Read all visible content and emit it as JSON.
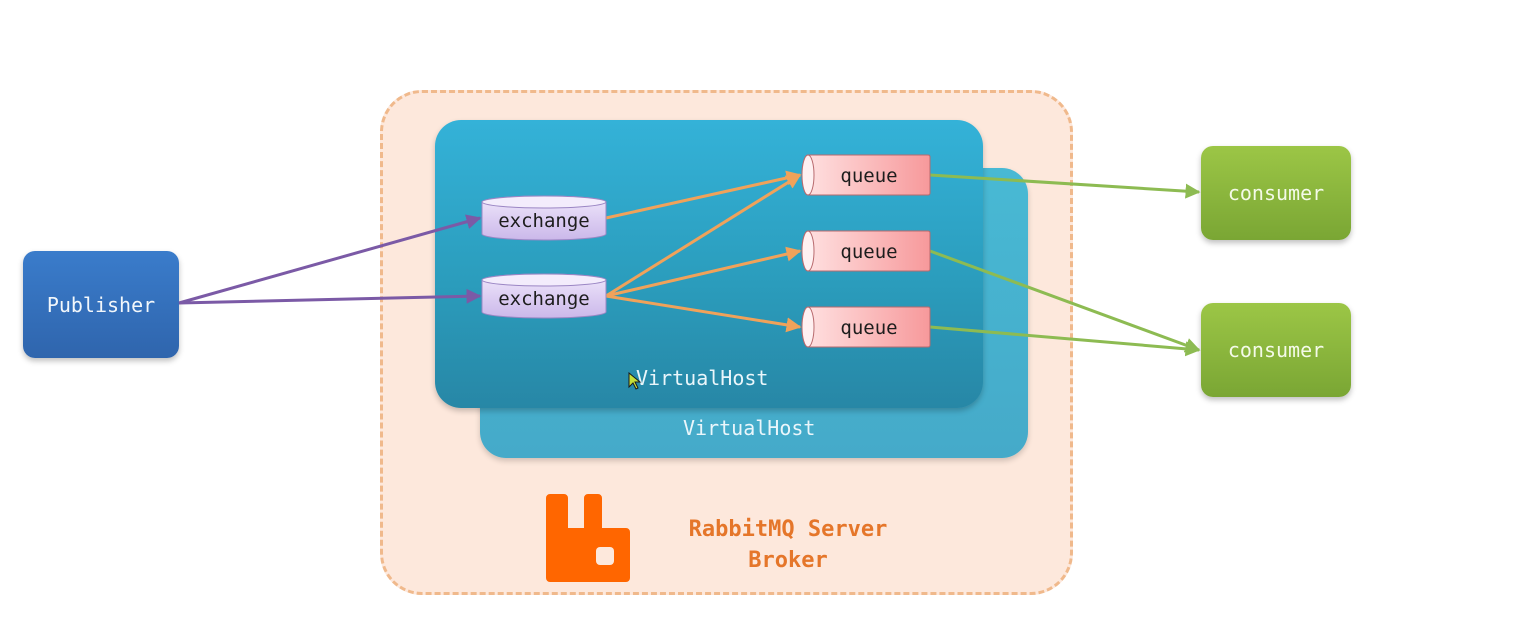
{
  "diagram": {
    "broker": {
      "title_line1": "RabbitMQ Server",
      "title_line2": "Broker",
      "logo": "rabbitmq-logo-icon"
    },
    "virtual_hosts": [
      {
        "id": "vhost-front",
        "label": "VirtualHost"
      },
      {
        "id": "vhost-back",
        "label": "VirtualHost"
      }
    ],
    "publisher": {
      "label": "Publisher"
    },
    "exchanges": [
      {
        "id": "exchange-1",
        "label": "exchange"
      },
      {
        "id": "exchange-2",
        "label": "exchange"
      }
    ],
    "queues": [
      {
        "id": "queue-1",
        "label": "queue"
      },
      {
        "id": "queue-2",
        "label": "queue"
      },
      {
        "id": "queue-3",
        "label": "queue"
      }
    ],
    "consumers": [
      {
        "id": "consumer-1",
        "label": "consumer"
      },
      {
        "id": "consumer-2",
        "label": "consumer"
      }
    ],
    "edges": [
      {
        "from": "publisher",
        "to": "exchange-1",
        "kind": "publish"
      },
      {
        "from": "publisher",
        "to": "exchange-2",
        "kind": "publish"
      },
      {
        "from": "exchange-1",
        "to": "queue-1",
        "kind": "route"
      },
      {
        "from": "exchange-2",
        "to": "queue-1",
        "kind": "route"
      },
      {
        "from": "exchange-2",
        "to": "queue-2",
        "kind": "route"
      },
      {
        "from": "exchange-2",
        "to": "queue-3",
        "kind": "route"
      },
      {
        "from": "queue-1",
        "to": "consumer-1",
        "kind": "consume"
      },
      {
        "from": "queue-2",
        "to": "consumer-2",
        "kind": "consume"
      },
      {
        "from": "queue-3",
        "to": "consumer-2",
        "kind": "consume"
      }
    ],
    "colors": {
      "publish_edge": "#7b5aa6",
      "route_edge": "#f0a25a",
      "consume_edge": "#8dbb52",
      "broker_fill": "#fde8dc",
      "broker_border": "#f0b98c",
      "brand_orange": "#ff6600"
    }
  }
}
